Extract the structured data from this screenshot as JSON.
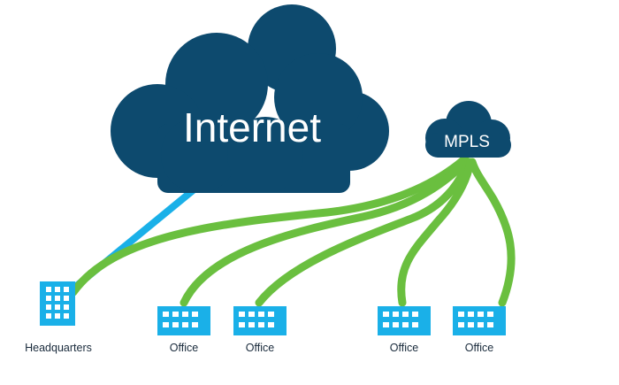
{
  "clouds": {
    "internet": {
      "label": "Internet",
      "color": "#0d4a6e"
    },
    "mpls": {
      "label": "MPLS",
      "color": "#0d4a6e"
    }
  },
  "links": {
    "internet_color": "#1ab0e8",
    "mpls_color": "#6abf3f"
  },
  "sites": {
    "headquarters": {
      "label": "Headquarters",
      "icon": "building-icon",
      "color": "#1ab0e8"
    },
    "office_1": {
      "label": "Office",
      "icon": "office-icon",
      "color": "#1ab0e8"
    },
    "office_2": {
      "label": "Office",
      "icon": "office-icon",
      "color": "#1ab0e8"
    },
    "office_3": {
      "label": "Office",
      "icon": "office-icon",
      "color": "#1ab0e8"
    },
    "office_4": {
      "label": "Office",
      "icon": "office-icon",
      "color": "#1ab0e8"
    }
  }
}
